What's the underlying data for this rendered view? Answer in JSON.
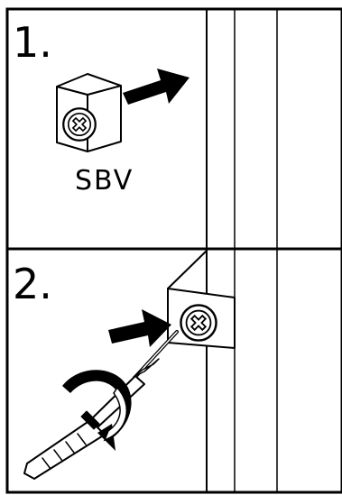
{
  "steps": [
    {
      "number": "1.",
      "label": "SBV"
    },
    {
      "number": "2."
    }
  ],
  "icons": {
    "step1": [
      "sbv-bracket-icon",
      "cross-screw-icon",
      "arrow-right-icon"
    ],
    "step2": [
      "sbv-bracket-icon",
      "cross-screw-icon",
      "arrow-right-icon",
      "screwdriver-icon",
      "rotate-arrow-icon"
    ]
  },
  "colors": {
    "line": "#000000",
    "background": "#ffffff"
  }
}
